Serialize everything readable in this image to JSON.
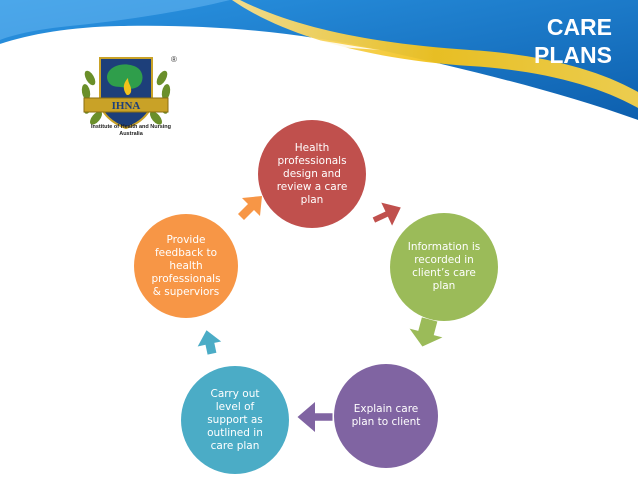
{
  "slide": {
    "title_lines": [
      "CARE",
      "PLANS"
    ]
  },
  "logo": {
    "text": "IHNA",
    "registered_mark": "®",
    "org_lines": [
      "Institute of Health and Nursing",
      "Australia"
    ]
  },
  "cycle": {
    "steps": [
      {
        "text": "Health\nprofessionals\ndesign and\nreview  a care\nplan",
        "color": "#c0504d"
      },
      {
        "text": "Information is\nrecorded in\nclient’s care\nplan",
        "color": "#9bbb59"
      },
      {
        "text": "Explain care\nplan to client",
        "color": "#8064a2"
      },
      {
        "text": "Carry out\nlevel of\nsupport as\noutlined in\ncare plan",
        "color": "#4bacc6"
      },
      {
        "text": "Provide\nfeedback to\nhealth\nprofessionals\n& superviors",
        "color": "#f79646"
      }
    ]
  },
  "colors": {
    "banner_blue": "#1a7fd1",
    "banner_dark": "#0d5fae",
    "banner_yellow": "#f2c21b",
    "logo_shield": "#1d3f7a",
    "logo_gold": "#c9a227"
  }
}
